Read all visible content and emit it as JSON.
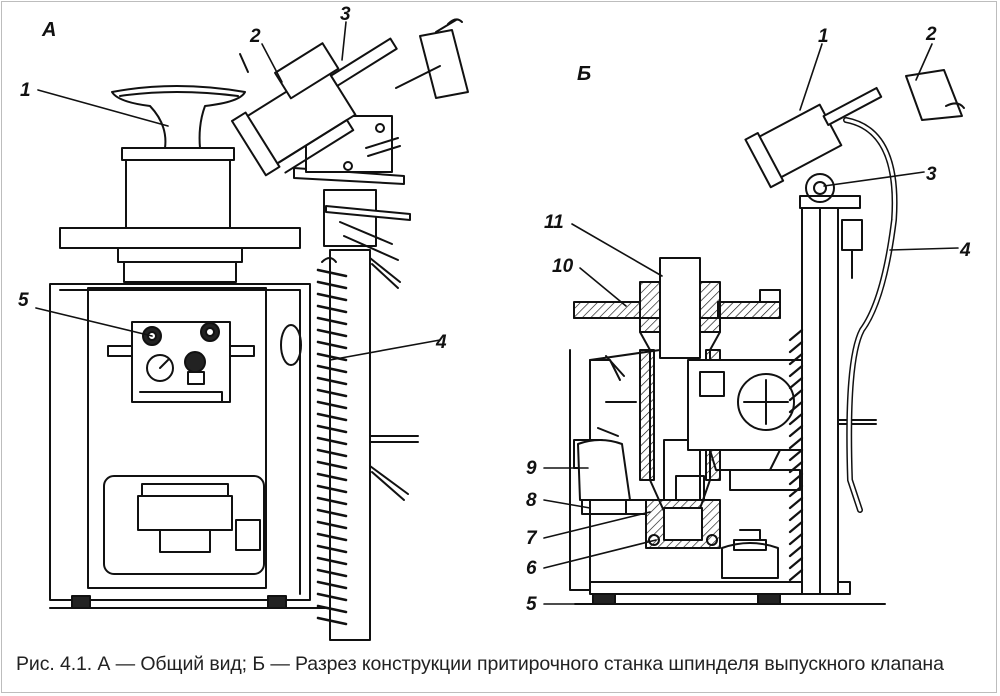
{
  "figure": {
    "panel_a": "А",
    "panel_b": "Б",
    "caption": "Рис. 4.1. А — Общий вид; Б — Разрез конструкции притирочного станка шпинделя выпускного клапана"
  },
  "labels_a": [
    "1",
    "2",
    "3",
    "4",
    "5"
  ],
  "labels_b": [
    "1",
    "2",
    "3",
    "4",
    "5",
    "6",
    "7",
    "8",
    "9",
    "10",
    "11"
  ]
}
